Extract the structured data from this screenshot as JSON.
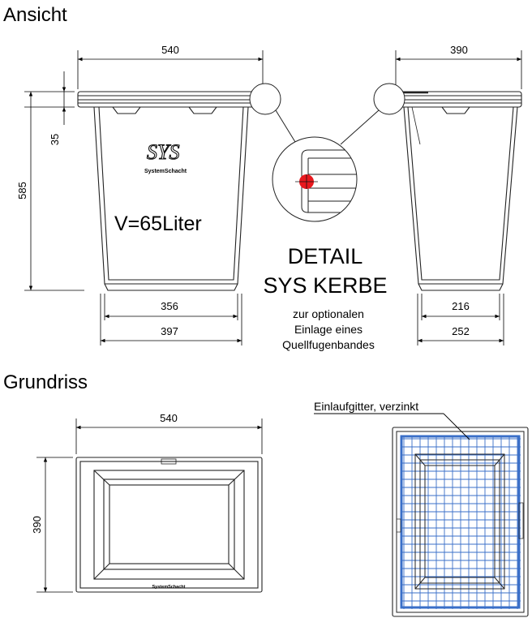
{
  "headings": {
    "ansicht": "Ansicht",
    "grundriss": "Grundriss"
  },
  "dims": {
    "front_width": "540",
    "side_width": "390",
    "rim_height": "35",
    "total_height": "585",
    "front_bottom_inner": "356",
    "front_bottom_outer": "397",
    "side_bottom_inner": "216",
    "side_bottom_outer": "252",
    "plan_width": "540",
    "plan_depth": "390"
  },
  "logo": {
    "text": "SystemSchacht",
    "mark": "SYS"
  },
  "volume": "V=65Liter",
  "detail": {
    "title_line1": "DETAIL",
    "title_line2": "SYS KERBE",
    "note_line1": "zur optionalen",
    "note_line2": "Einlage eines",
    "note_line3": "Quellfugenbandes"
  },
  "grate_label": "Einlaufgitter, verzinkt",
  "colors": {
    "grate_blue": "#3a6fc8",
    "marker_red": "#e8181e",
    "line": "#222222"
  }
}
